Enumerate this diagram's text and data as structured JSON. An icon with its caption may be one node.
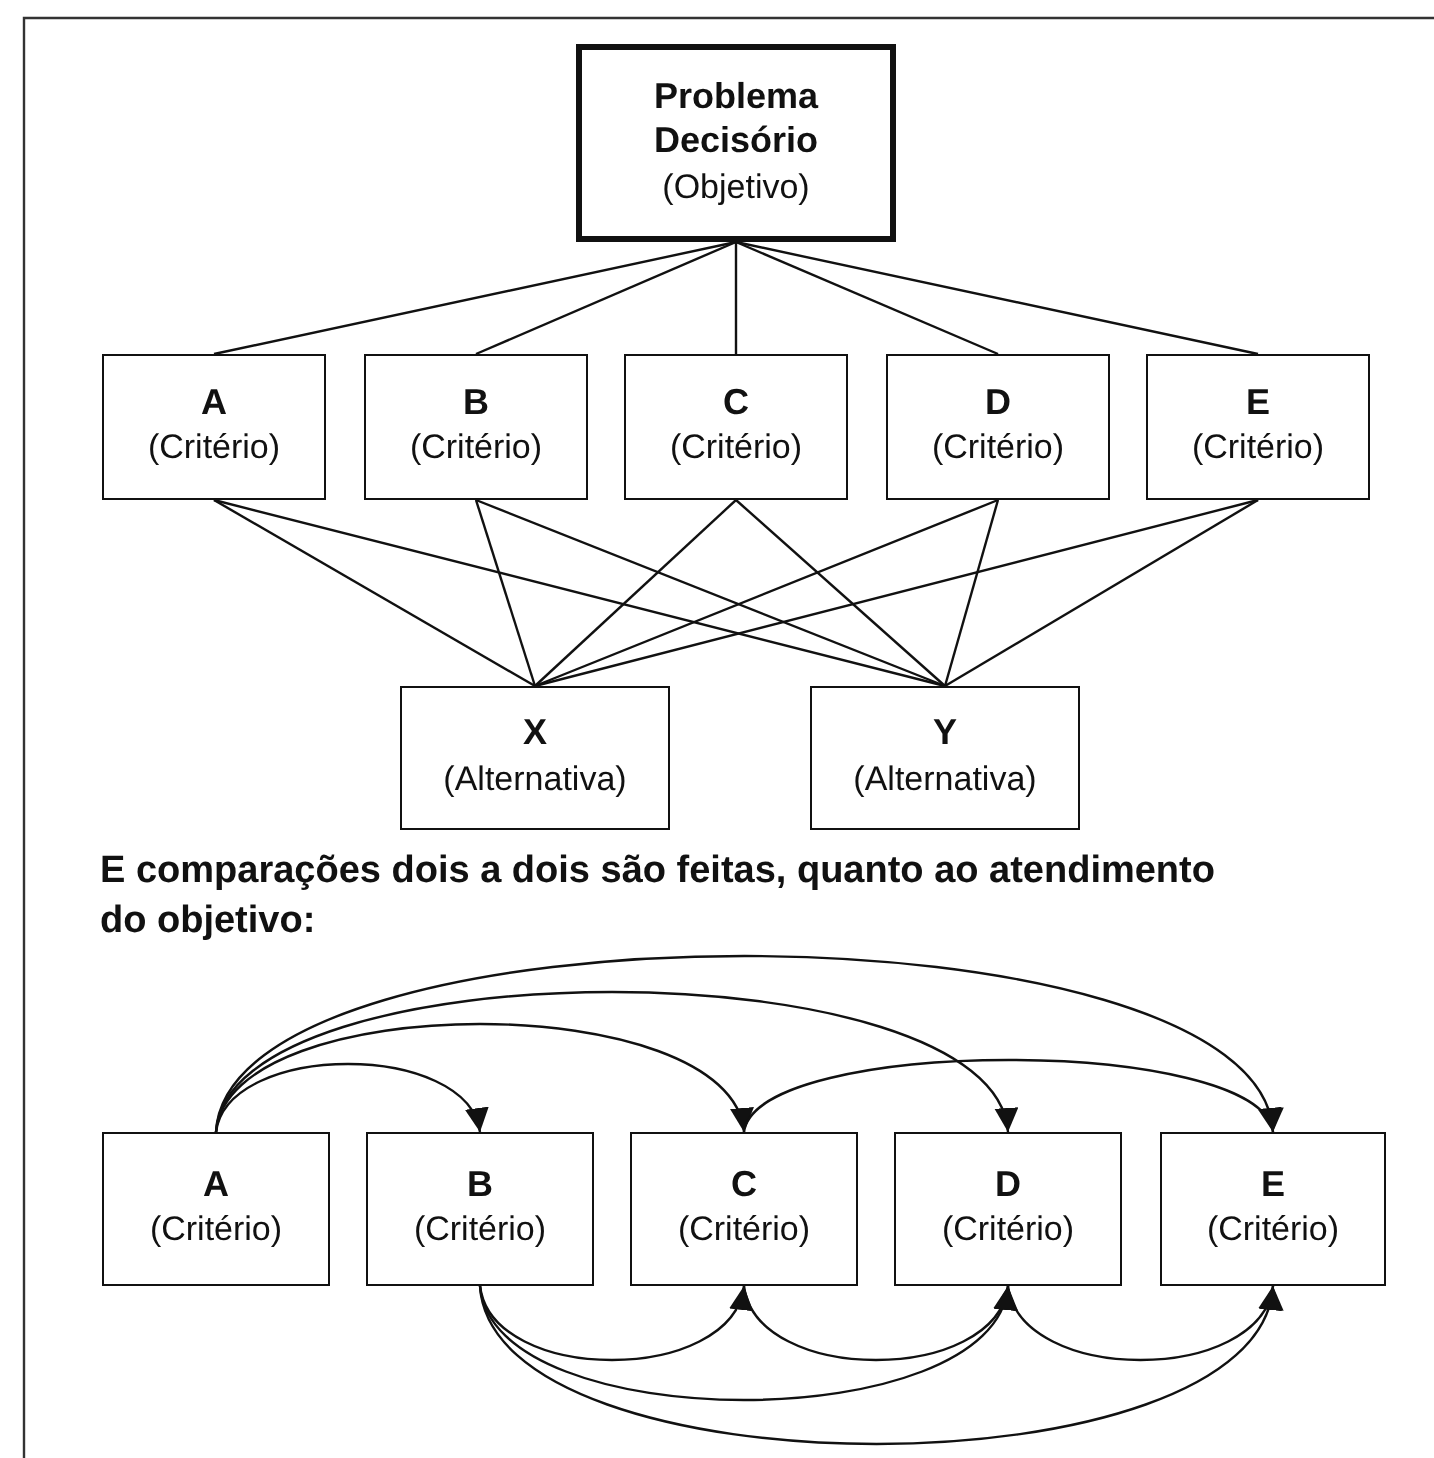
{
  "diagram": {
    "nodes": [
      {
        "text": [
          "Problema Decisório",
          "(Objetivo)"
        ]
      },
      {
        "text": [
          "A",
          "(Critério)"
        ]
      },
      {
        "text": [
          "B",
          "(Critério)"
        ]
      },
      {
        "text": [
          "C",
          "(Critério)"
        ]
      },
      {
        "text": [
          "D",
          "(Critério)"
        ]
      },
      {
        "text": [
          "E",
          "(Critério)"
        ]
      },
      {
        "text": [
          "X",
          "(Alternativa)"
        ]
      },
      {
        "text": [
          "Y",
          "(Alternativa)"
        ]
      },
      {
        "text": [
          "A",
          "(Critério)"
        ]
      },
      {
        "text": [
          "B",
          "(Critério)"
        ]
      },
      {
        "text": [
          "C",
          "(Critério)"
        ]
      },
      {
        "text": [
          "D",
          "(Critério)"
        ]
      },
      {
        "text": [
          "E",
          "(Critério)"
        ]
      }
    ],
    "edges": [
      {
        "from": 0,
        "to": 1,
        "arrow": "none"
      },
      {
        "from": 0,
        "to": 2,
        "arrow": "none"
      },
      {
        "from": 0,
        "to": 3,
        "arrow": "none"
      },
      {
        "from": 0,
        "to": 4,
        "arrow": "none"
      },
      {
        "from": 0,
        "to": 5,
        "arrow": "none"
      },
      {
        "from": 1,
        "to": 6,
        "arrow": "none"
      },
      {
        "from": 1,
        "to": 7,
        "arrow": "none"
      },
      {
        "from": 2,
        "to": 6,
        "arrow": "none"
      },
      {
        "from": 2,
        "to": 7,
        "arrow": "none"
      },
      {
        "from": 3,
        "to": 6,
        "arrow": "none"
      },
      {
        "from": 3,
        "to": 7,
        "arrow": "none"
      },
      {
        "from": 4,
        "to": 6,
        "arrow": "none"
      },
      {
        "from": 4,
        "to": 7,
        "arrow": "none"
      },
      {
        "from": 5,
        "to": 6,
        "arrow": "none"
      },
      {
        "from": 5,
        "to": 7,
        "arrow": "none"
      },
      {
        "from": 8,
        "to": 9,
        "arrow": "to"
      },
      {
        "from": 8,
        "to": 10,
        "arrow": "to"
      },
      {
        "from": 8,
        "to": 11,
        "arrow": "to"
      },
      {
        "from": 8,
        "to": 12,
        "arrow": "to"
      },
      {
        "from": 10,
        "to": 12,
        "arrow": "to"
      },
      {
        "from": 9,
        "to": 10,
        "arrow": "to"
      },
      {
        "from": 9,
        "to": 11,
        "arrow": "to"
      },
      {
        "from": 9,
        "to": 12,
        "arrow": "to"
      },
      {
        "from": 10,
        "to": 11,
        "arrow": "to"
      },
      {
        "from": 11,
        "to": 12,
        "arrow": "to"
      }
    ],
    "labels": [
      "E comparações dois a dois são feitas, quanto ao atendimento do objetivo:"
    ]
  }
}
